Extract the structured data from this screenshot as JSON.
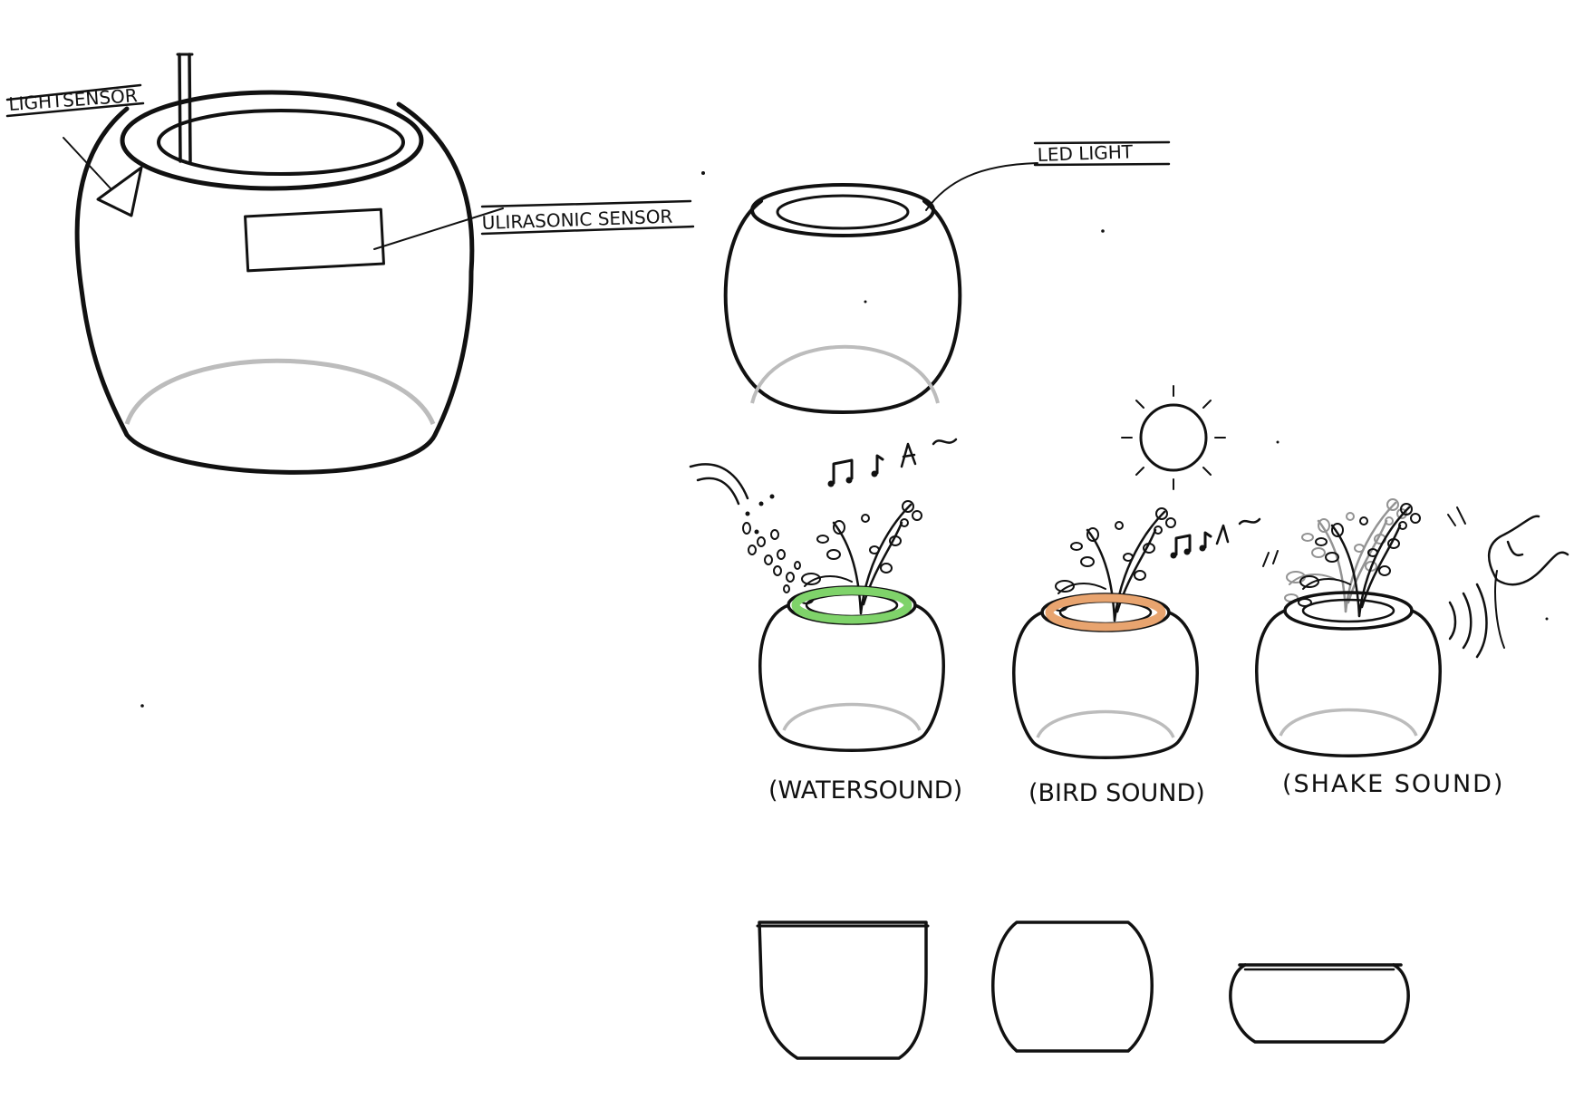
{
  "labels": {
    "light_sensor": "LIGHTSENSOR",
    "ultrasonic_sensor": "ULIRASONIC SENSOR",
    "led_light": "LED LIGHT"
  },
  "captions": {
    "water": "(WATERSOUND)",
    "bird": "(BIRD SOUND)",
    "shake": "(SHAKE SOUND)"
  },
  "colors": {
    "ink": "#111111",
    "shadow": "#bcbcbc",
    "water_led": "#7fd36a",
    "bird_led": "#e8a46f",
    "faded_plant": "#a8a8a8"
  },
  "icons": {
    "music": "music-notes-icon",
    "sun": "sun-icon",
    "hand": "hand-icon",
    "watering": "watering-can-icon"
  }
}
